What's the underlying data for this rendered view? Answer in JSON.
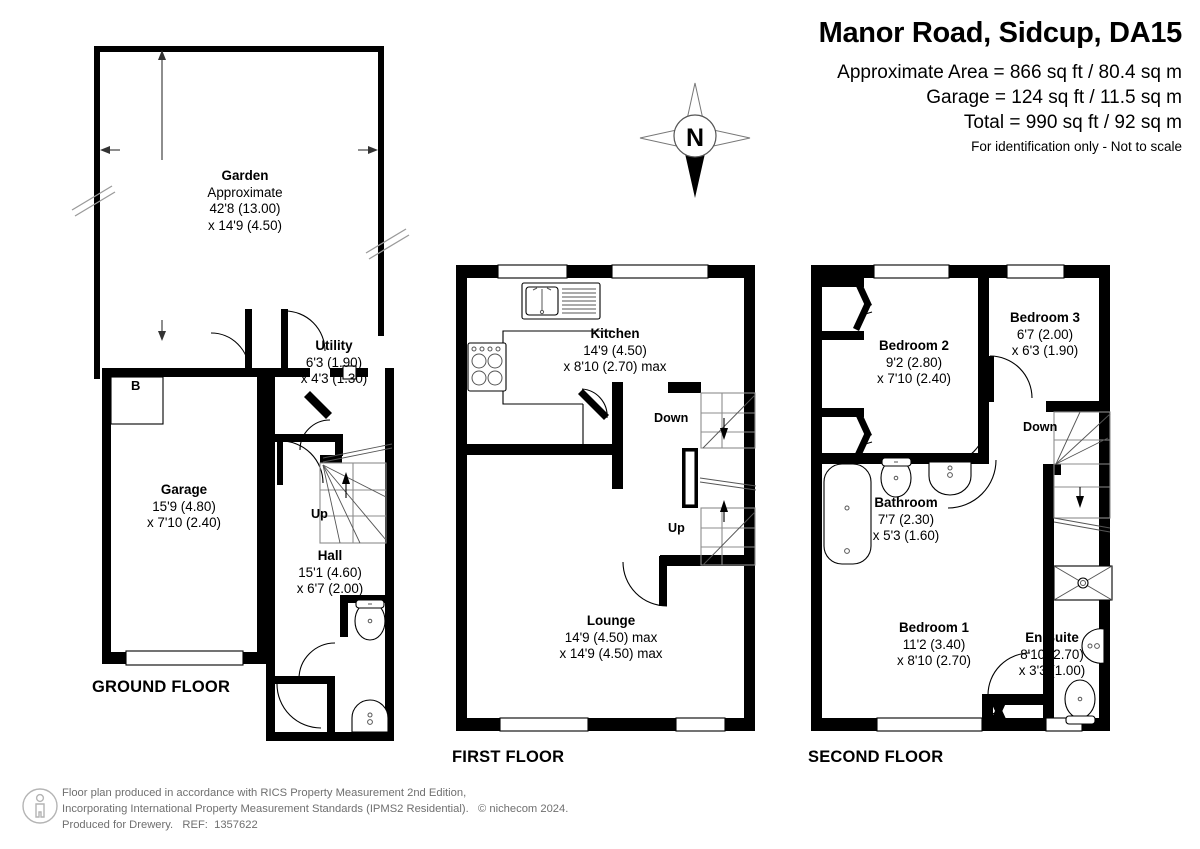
{
  "header": {
    "title": "Manor Road, Sidcup, DA15",
    "approx_area": "Approximate Area = 866 sq ft / 80.4 sq m",
    "garage_area": "Garage = 124 sq ft / 11.5 sq m",
    "total_area": "Total = 990 sq ft / 92 sq m",
    "identification": "For identification only - Not to scale"
  },
  "compass": {
    "north_label": "N"
  },
  "floors": [
    {
      "id": "ground",
      "caption": "GROUND FLOOR"
    },
    {
      "id": "first",
      "caption": "FIRST FLOOR"
    },
    {
      "id": "second",
      "caption": "SECOND FLOOR"
    }
  ],
  "rooms": {
    "garden": {
      "name": "Garden",
      "line1": "Approximate",
      "line2": "42'8 (13.00)",
      "line3": "x 14'9 (4.50)"
    },
    "utility": {
      "name": "Utility",
      "line1": "6'3 (1.90)",
      "line2": "x 4'3 (1.30)"
    },
    "garage": {
      "name": "Garage",
      "line1": "15'9 (4.80)",
      "line2": "x 7'10 (2.40)"
    },
    "hall": {
      "name": "Hall",
      "line1": "15'1 (4.60)",
      "line2": "x 6'7 (2.00)"
    },
    "kitchen": {
      "name": "Kitchen",
      "line1": "14'9 (4.50)",
      "line2": "x 8'10 (2.70) max"
    },
    "lounge": {
      "name": "Lounge",
      "line1": "14'9 (4.50) max",
      "line2": "x 14'9 (4.50) max"
    },
    "bedroom2": {
      "name": "Bedroom 2",
      "line1": "9'2 (2.80)",
      "line2": "x 7'10 (2.40)"
    },
    "bedroom3": {
      "name": "Bedroom 3",
      "line1": "6'7 (2.00)",
      "line2": "x 6'3 (1.90)"
    },
    "bathroom": {
      "name": "Bathroom",
      "line1": "7'7 (2.30)",
      "line2": "x 5'3 (1.60)"
    },
    "bedroom1": {
      "name": "Bedroom 1",
      "line1": "11'2 (3.40)",
      "line2": "x 8'10 (2.70)"
    },
    "ensuite": {
      "name": "En Suite",
      "line1": "8'10 (2.70)",
      "line2": "x 3'3 (1.00)"
    }
  },
  "markers": {
    "boiler": "B",
    "ground_up": "Up",
    "first_down": "Down",
    "first_up": "Up",
    "second_down": "Down"
  },
  "footer": {
    "line1": "Floor plan produced in accordance with RICS Property Measurement 2nd Edition,",
    "line2": "Incorporating International Property Measurement Standards (IPMS2 Residential).   © nichecom 2024.",
    "line3": "Produced for Drewery.   REF:  1357622"
  },
  "colors": {
    "wall": "#000000",
    "background": "#ffffff",
    "footer_text": "#6f6f6f",
    "stair_line": "#8d8d8d"
  }
}
